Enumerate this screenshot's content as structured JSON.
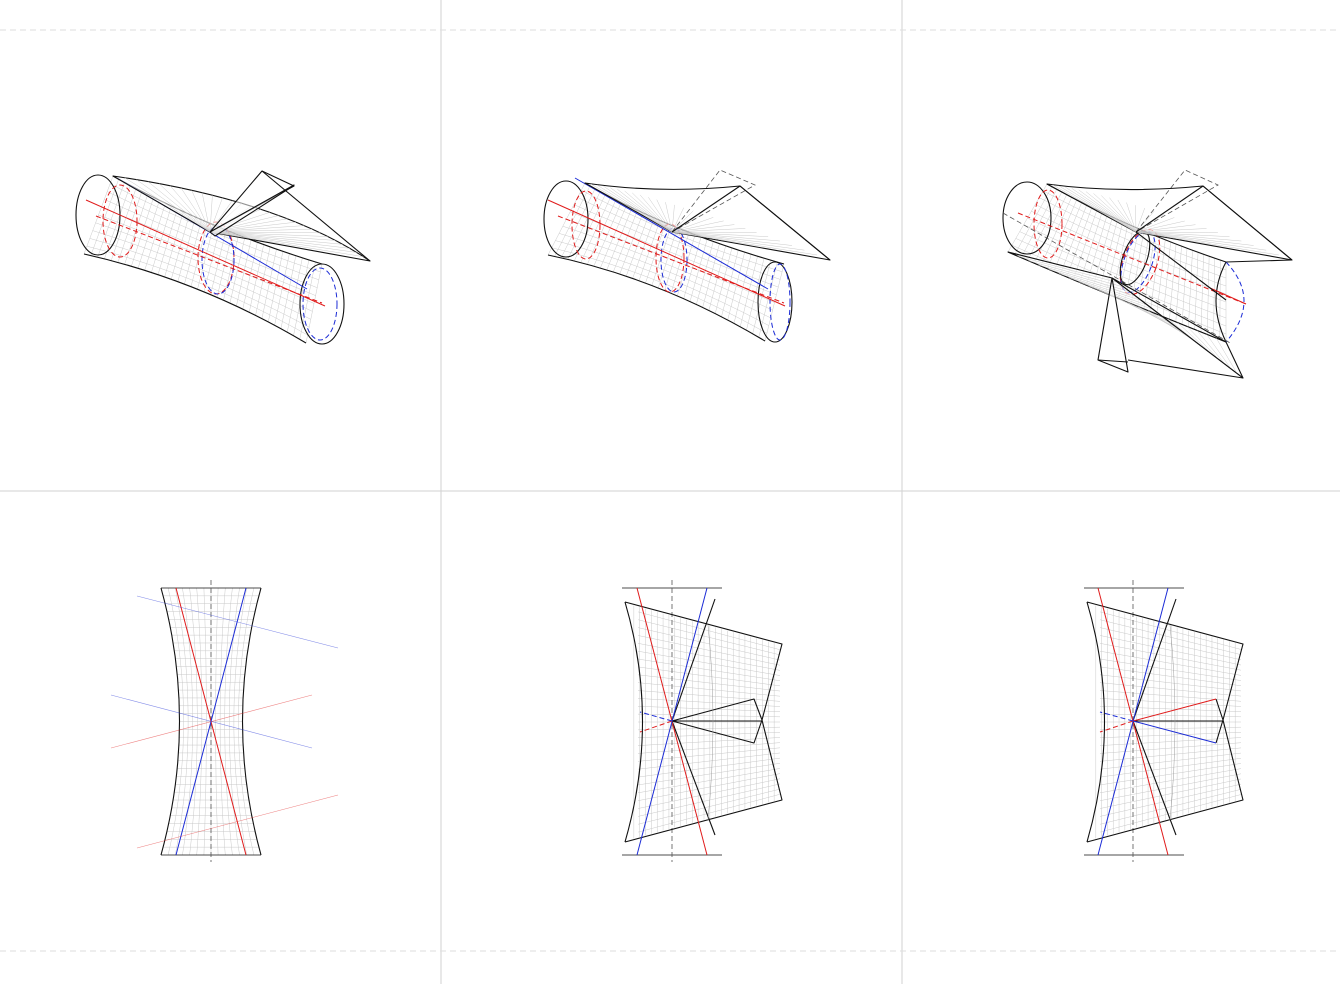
{
  "figure": {
    "layout": {
      "rows": 2,
      "columns": 3
    },
    "colors": {
      "ink": "#111111",
      "mesh": "#c4c4c4",
      "generator_red": "#e01b1b",
      "generator_blue": "#1b2bd6",
      "grid_frame": "#d2d2d2"
    },
    "panels": [
      {
        "id": "top-left",
        "view": "perspective",
        "drawing": "hyperboloid-with-tangent-plane"
      },
      {
        "id": "top-middle",
        "view": "perspective",
        "drawing": "hyperboloid-with-dashed-planes"
      },
      {
        "id": "top-right",
        "view": "perspective",
        "drawing": "hyperboloid-with-cone-sections"
      },
      {
        "id": "bottom-left",
        "view": "orthographic",
        "drawing": "hyperboloid-profile-with-generators"
      },
      {
        "id": "bottom-middle",
        "view": "orthographic",
        "drawing": "profile-with-planes"
      },
      {
        "id": "bottom-right",
        "view": "orthographic",
        "drawing": "profile-with-planes-and-generators"
      }
    ]
  }
}
